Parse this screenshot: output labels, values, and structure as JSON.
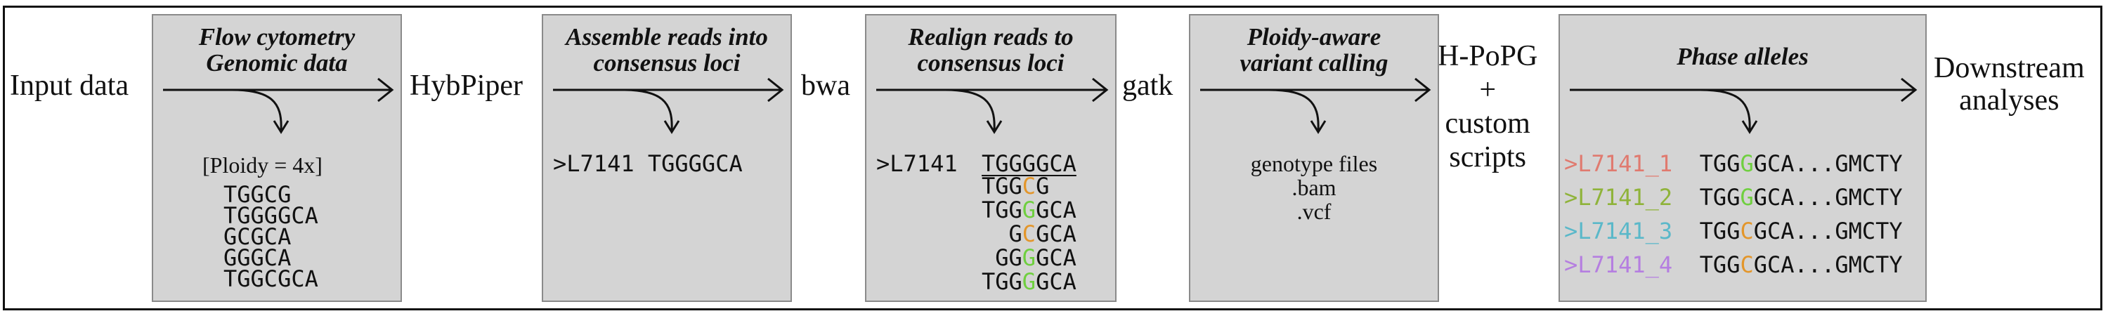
{
  "labels": {
    "input": "Input data",
    "hybpiper": "HybPiper",
    "bwa": "bwa",
    "gatk": "gatk",
    "hpopg": "H-PoPG\n+\ncustom\nscripts",
    "downstream": "Downstream\nanalyses"
  },
  "boxes": [
    {
      "title": "Flow cytometry\nGenomic data",
      "ploidy": "[Ploidy = 4x]",
      "reads": [
        "TGGCG",
        "TGGGGCA",
        "GCGCA",
        "GGGCA",
        "TGGCGCA"
      ]
    },
    {
      "title": "Assemble reads into\nconsensus loci",
      "consensus": ">L7141 TGGGGCA"
    },
    {
      "title": "Realign reads to\nconsensus loci",
      "locus_id": ">L7141",
      "reference": "TGGGGCA",
      "aligned_reads": [
        {
          "pre": "TGG",
          "var": "C",
          "post": "G",
          "indent": ""
        },
        {
          "pre": "TGG",
          "var": "G",
          "post": "GCA",
          "indent": ""
        },
        {
          "pre": "  G",
          "var": "C",
          "post": "GCA",
          "indent": ""
        },
        {
          "pre": " GG",
          "var": "G",
          "post": "GCA",
          "indent": ""
        },
        {
          "pre": "TGG",
          "var": "G",
          "post": "GCA",
          "indent": ""
        }
      ]
    },
    {
      "title": "Ploidy-aware\nvariant calling",
      "files": [
        "genotype files",
        ".bam",
        ".vcf"
      ]
    },
    {
      "title": "Phase alleles",
      "alleles": [
        {
          "id": ">L7141_1",
          "pre": "TGG",
          "var": "G",
          "post": "GCA...GMCTY",
          "id_color": "#e07a6f",
          "var_color": "#6fcf3f"
        },
        {
          "id": ">L7141_2",
          "pre": "TGG",
          "var": "G",
          "post": "GCA...GMCTY",
          "id_color": "#8fb33a",
          "var_color": "#6fcf3f"
        },
        {
          "id": ">L7141_3",
          "pre": "TGG",
          "var": "C",
          "post": "GCA...GMCTY",
          "id_color": "#5ab8c9",
          "var_color": "#e3962b"
        },
        {
          "id": ">L7141_4",
          "pre": "TGG",
          "var": "C",
          "post": "GCA...GMCTY",
          "id_color": "#b57ee0",
          "var_color": "#e3962b"
        }
      ]
    }
  ],
  "colors": {
    "box_fill": "#d4d4d4",
    "variant_c": "#e3962b",
    "variant_g": "#6fcf3f"
  }
}
